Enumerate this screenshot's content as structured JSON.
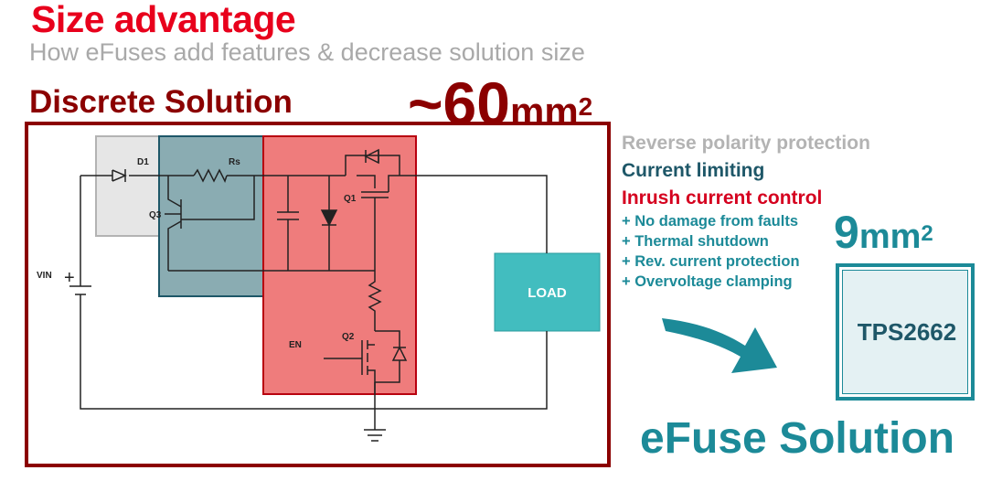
{
  "header": {
    "title": "Size advantage",
    "subtitle": "How eFuses add features & decrease solution size"
  },
  "discrete": {
    "title": "Discrete Solution",
    "area_value": "~60",
    "area_unit": "mm",
    "area_exp": "2"
  },
  "circuit": {
    "labels": {
      "d1": "D1",
      "rs": "Rs",
      "q3": "Q3",
      "q1": "Q1",
      "q2": "Q2",
      "vin": "VIN",
      "plus": "+",
      "en": "EN",
      "load": "LOAD"
    }
  },
  "features": {
    "reverse": "Reverse polarity protection",
    "current": "Current limiting",
    "inrush": "Inrush current control",
    "bullets": [
      "+ No damage from faults",
      "+ Thermal shutdown",
      "+ Rev. current protection",
      "+ Overvoltage clamping"
    ]
  },
  "efuse": {
    "area_value": "9",
    "area_unit": "mm",
    "area_exp": "2",
    "chip_label": "TPS2662",
    "title": "eFuse Solution"
  },
  "colors": {
    "discrete_red": "#8b0000",
    "title_red": "#e8001c",
    "teal": "#1c8a98",
    "dark_teal": "#1e5768",
    "load_fill": "#42bdbf"
  }
}
